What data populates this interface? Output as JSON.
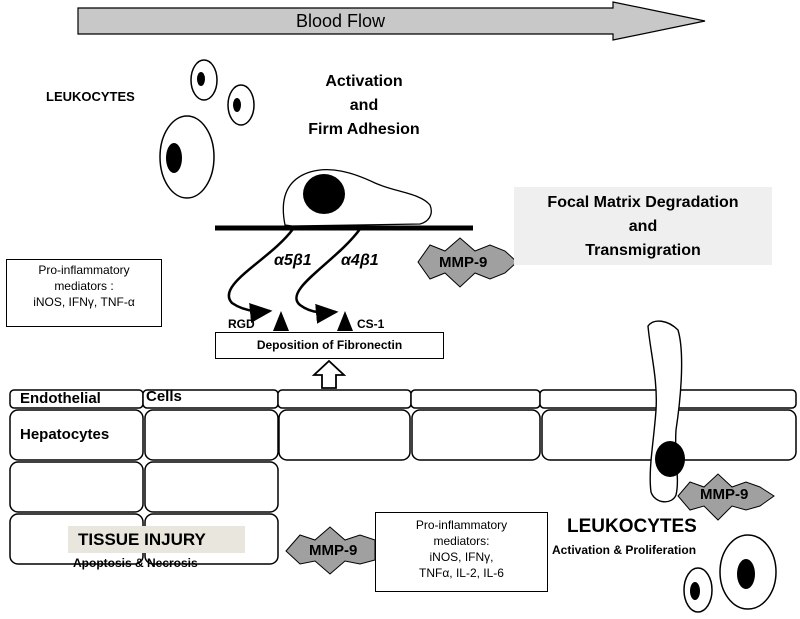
{
  "blood_flow_label": "Blood Flow",
  "leukocytes_top_label": "LEUKOCYTES",
  "activation_label": [
    "Activation",
    "and",
    "Firm Adhesion"
  ],
  "focal_label": [
    "Focal Matrix Degradation",
    "and",
    "Transmigration"
  ],
  "mmp9_label": "MMP-9",
  "integrin_a5b1": "α5β1",
  "integrin_a4b1": "α4β1",
  "rgd_label": "RGD",
  "cs1_label": "CS-1",
  "fibronectin_label": "Deposition of Fibronectin",
  "pro_inflam_left": [
    "Pro-inflammatory",
    "mediators :",
    "iNOS, IFNγ, TNF-α"
  ],
  "endothelial_label": "Endothelial",
  "cells_label": "Cells",
  "hepatocytes_label": "Hepatocytes",
  "tissue_injury_label": "TISSUE INJURY",
  "apoptosis_label": "Apoptosis & Necrosis",
  "pro_inflam_bottom": [
    "Pro-inflammatory",
    "mediators:",
    "iNOS, IFNγ,",
    "TNFα, IL-2, IL-6"
  ],
  "leukocytes_bottom_label": "LEUKOCYTES",
  "activation_proliferation_label": "Activation & Proliferation",
  "colors": {
    "arrow_fill": "#c8c8c8",
    "mmp_fill": "#a0a0a0",
    "focal_bg": "#efefef",
    "tissue_bg": "#e9e7dd"
  }
}
